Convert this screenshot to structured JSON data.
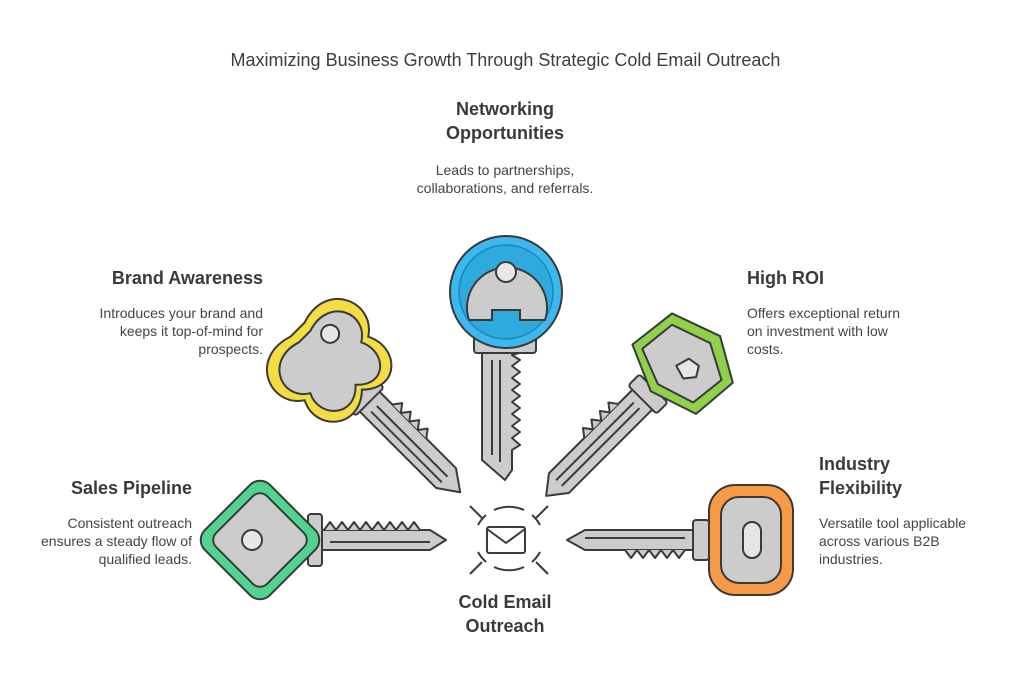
{
  "title": "Maximizing Business Growth Through Strategic Cold Email Outreach",
  "center": {
    "label": "Cold Email Outreach",
    "icon": "envelope-icon"
  },
  "items": [
    {
      "heading": "Networking Opportunities",
      "description": "Leads to partnerships, collaborations, and referrals.",
      "color": "#3db8ee",
      "icon": "key-icon"
    },
    {
      "heading": "Brand Awareness",
      "description": "Introduces your brand and keeps it top-of-mind for prospects.",
      "color": "#f3dc44",
      "icon": "key-icon"
    },
    {
      "heading": "High ROI",
      "description": "Offers exceptional return on investment with low costs.",
      "color": "#8fd14a",
      "icon": "key-icon"
    },
    {
      "heading": "Sales Pipeline",
      "description": "Consistent outreach ensures a steady flow of qualified leads.",
      "color": "#4fd38e",
      "icon": "key-icon"
    },
    {
      "heading": "Industry Flexibility",
      "description": "Versatile tool applicable across various B2B industries.",
      "color": "#f79a48",
      "icon": "key-icon"
    }
  ]
}
